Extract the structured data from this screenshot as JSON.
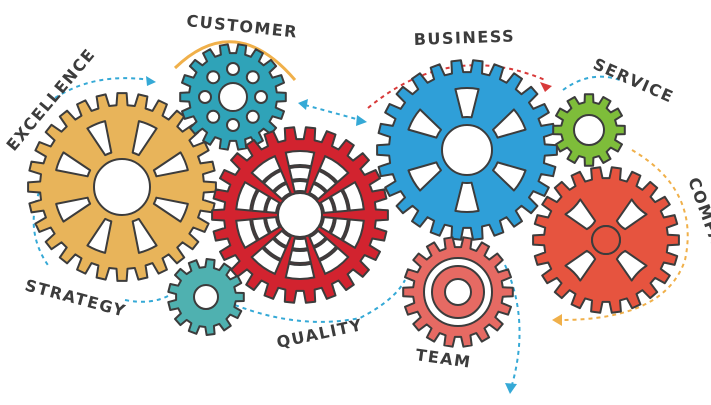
{
  "labels": {
    "excellence": "EXCELLENCE",
    "customer": "CUSTOMER",
    "business": "BUSINESS",
    "service": "SERVICE",
    "company": "COMPANY",
    "strategy": "STRATEGY",
    "quality": "QUALITY",
    "team": "TEAM"
  },
  "colors": {
    "orange": "#e8b45a",
    "teal": "#2fa3b8",
    "red": "#d2232f",
    "blue": "#2f9fd8",
    "green": "#7ebd3a",
    "coral": "#e6543f",
    "salmon": "#e66a63",
    "aqua": "#4fb1b0",
    "ink": "#3c3c3c",
    "dash_blue": "#35a9d6",
    "dash_red": "#d83a3a",
    "arc_orange": "#f0b04a"
  },
  "gears": [
    {
      "name": "excellence-gear",
      "color_key": "orange"
    },
    {
      "name": "customer-gear",
      "color_key": "teal"
    },
    {
      "name": "quality-gear",
      "color_key": "red"
    },
    {
      "name": "business-gear",
      "color_key": "blue"
    },
    {
      "name": "service-gear",
      "color_key": "green"
    },
    {
      "name": "company-gear",
      "color_key": "coral"
    },
    {
      "name": "team-gear",
      "color_key": "salmon"
    },
    {
      "name": "strategy-gear",
      "color_key": "aqua"
    }
  ]
}
